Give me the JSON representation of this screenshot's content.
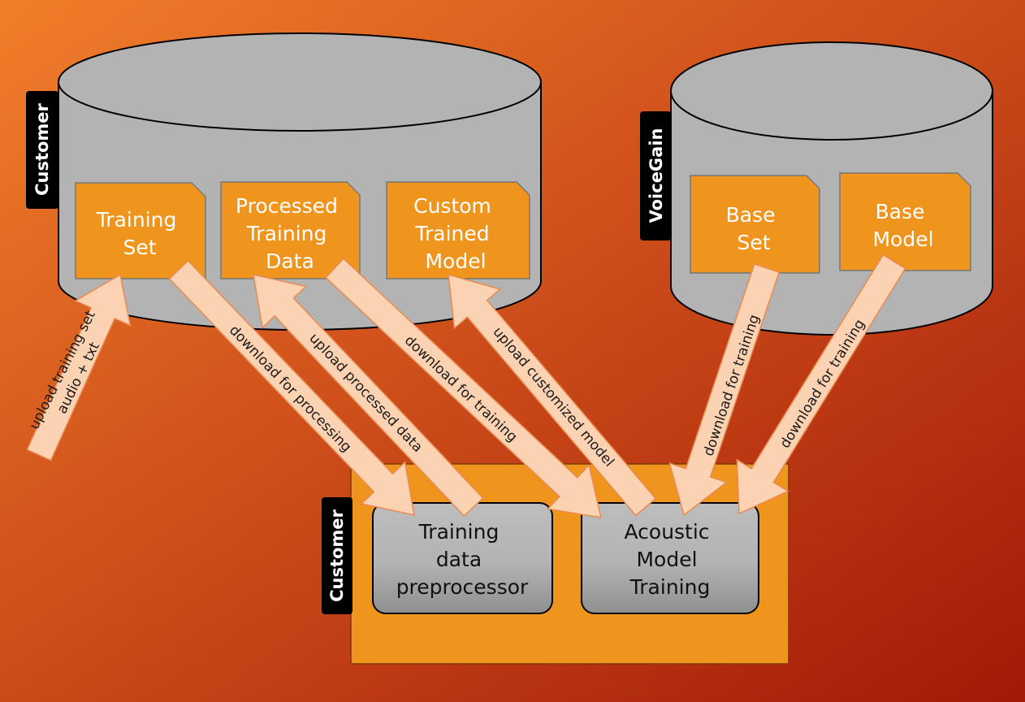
{
  "colors": {
    "background_start": "#f17e2a",
    "background_end": "#a31808",
    "cylinder": "#b3b3b3",
    "document": "#ef941c",
    "service_panel": "#ef941c",
    "process_box": "#b1b1b1",
    "arrow_fill": "#fbd2b2",
    "arrow_stroke": "#e98a50",
    "tag": "#000000"
  },
  "storages": {
    "customer": {
      "label": "Customer",
      "documents": [
        {
          "lines": [
            "Training",
            "Set"
          ]
        },
        {
          "lines": [
            "Processed",
            "Training",
            "Data"
          ]
        },
        {
          "lines": [
            "Custom",
            "Trained",
            "Model"
          ]
        }
      ]
    },
    "voicegain": {
      "label": "VoiceGain",
      "documents": [
        {
          "lines": [
            "Base",
            "Set"
          ]
        },
        {
          "lines": [
            "Base",
            "Model"
          ]
        }
      ]
    }
  },
  "processing": {
    "label": "Customer",
    "boxes": [
      {
        "lines": [
          "Training",
          "data",
          "preprocessor"
        ]
      },
      {
        "lines": [
          "Acoustic",
          "Model",
          "Training"
        ]
      }
    ]
  },
  "flows": [
    {
      "lines": [
        "upload training set",
        "audio + txt"
      ]
    },
    {
      "lines": [
        "download for processing"
      ]
    },
    {
      "lines": [
        "upload processed data"
      ]
    },
    {
      "lines": [
        "download for training"
      ]
    },
    {
      "lines": [
        "upload customized model"
      ]
    },
    {
      "lines": [
        "download for training"
      ]
    },
    {
      "lines": [
        "download for training"
      ]
    }
  ]
}
